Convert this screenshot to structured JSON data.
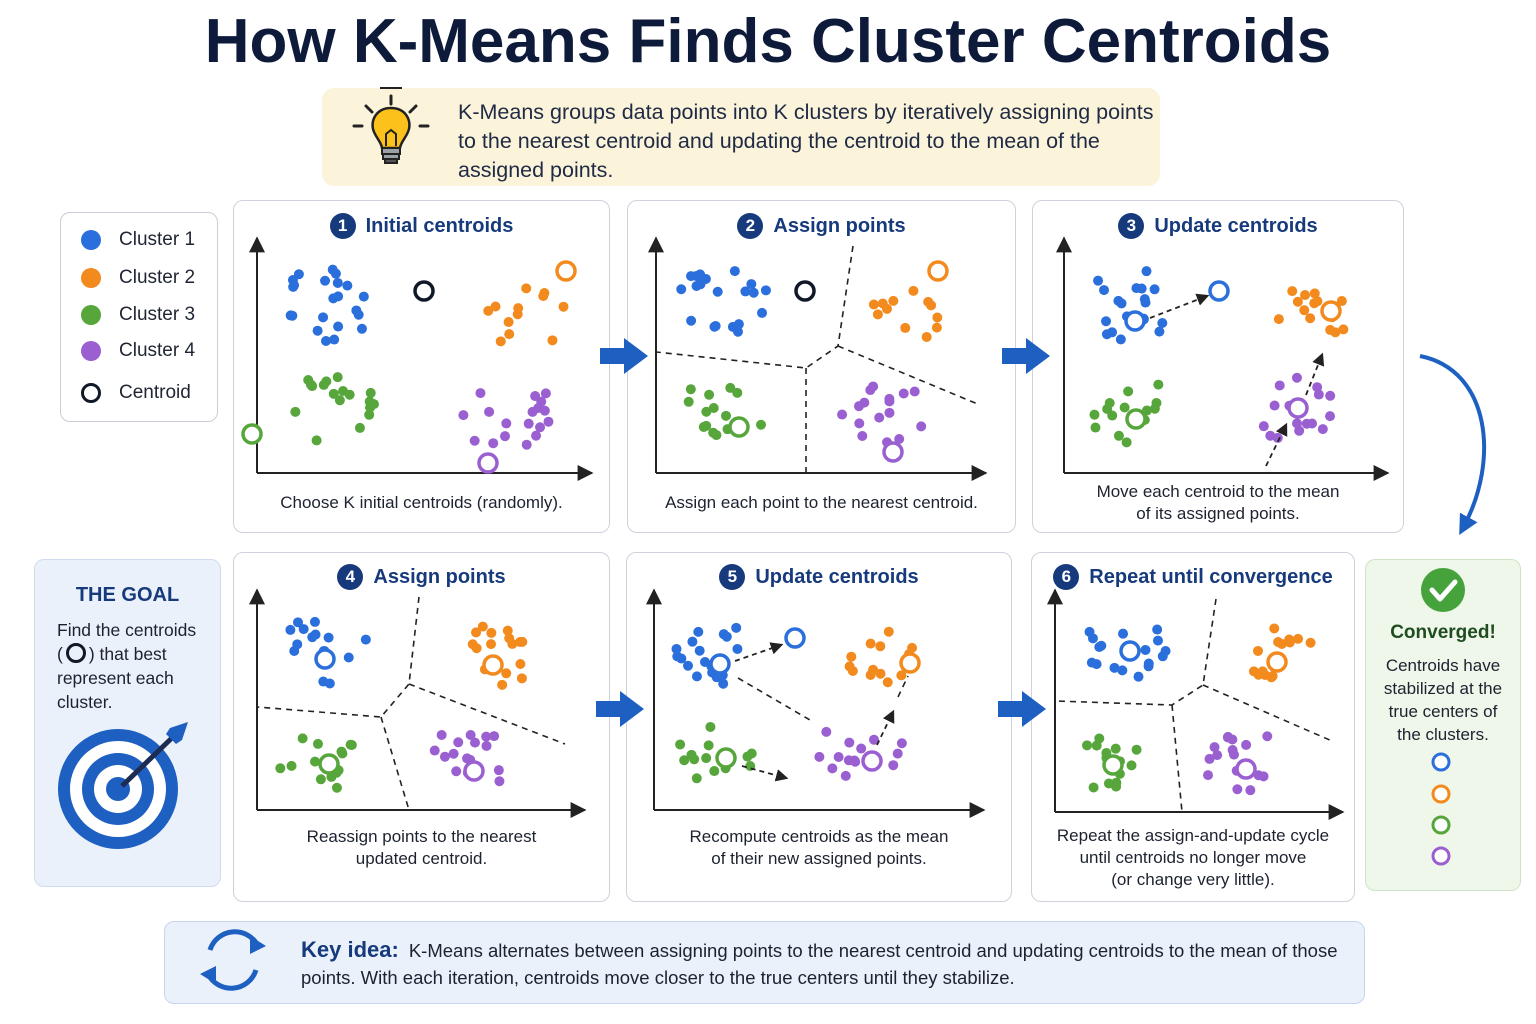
{
  "title": "How K-Means Finds Cluster Centroids",
  "intro": "K-Means groups data points into K clusters by iteratively assigning points to the nearest centroid and updating the centroid to the mean of the assigned points.",
  "colors": {
    "cluster1": "#2a6fdb",
    "cluster2": "#f28a1e",
    "cluster3": "#56a63c",
    "cluster4": "#9a5fd0",
    "centroid": "#111827",
    "accent": "#163a7c"
  },
  "legend": [
    {
      "label": "Cluster 1",
      "color": "#2a6fdb"
    },
    {
      "label": "Cluster 2",
      "color": "#f28a1e"
    },
    {
      "label": "Cluster 3",
      "color": "#56a63c"
    },
    {
      "label": "Cluster 4",
      "color": "#9a5fd0"
    },
    {
      "label": "Centroid",
      "color": "#111827"
    }
  ],
  "steps": [
    {
      "num": "1",
      "title": "Initial centroids",
      "caption": "Choose K initial centroids (randomly)."
    },
    {
      "num": "2",
      "title": "Assign points",
      "caption": "Assign each point to the nearest centroid."
    },
    {
      "num": "3",
      "title": "Update centroids",
      "caption": "Move each centroid to the mean\nof its assigned points."
    },
    {
      "num": "4",
      "title": "Assign points",
      "caption": "Reassign points to the nearest\nupdated centroid."
    },
    {
      "num": "5",
      "title": "Update centroids",
      "caption": "Recompute centroids as the mean\nof their new assigned points."
    },
    {
      "num": "6",
      "title": "Repeat until convergence",
      "caption": "Repeat the assign-and-update cycle\nuntil centroids no longer move\n(or change very little)."
    }
  ],
  "goal": {
    "title": "THE GOAL",
    "text_before": "Find the centroids",
    "text_after": "that best represent each cluster."
  },
  "converged": {
    "title": "Converged!",
    "text": "Centroids have\nstabilized at the\ntrue centers of\nthe clusters."
  },
  "key_idea": {
    "label": "Key idea:",
    "text": "K-Means alternates between assigning points to the nearest centroid and updating centroids to the mean of those points. With each iteration, centroids move closer to the true centers until they stabilize."
  },
  "icons": {
    "intro": "lightbulb-icon",
    "goal": "target-icon",
    "converged": "checkmark-icon",
    "key": "refresh-icon",
    "flow": "arrow-right-icon"
  }
}
